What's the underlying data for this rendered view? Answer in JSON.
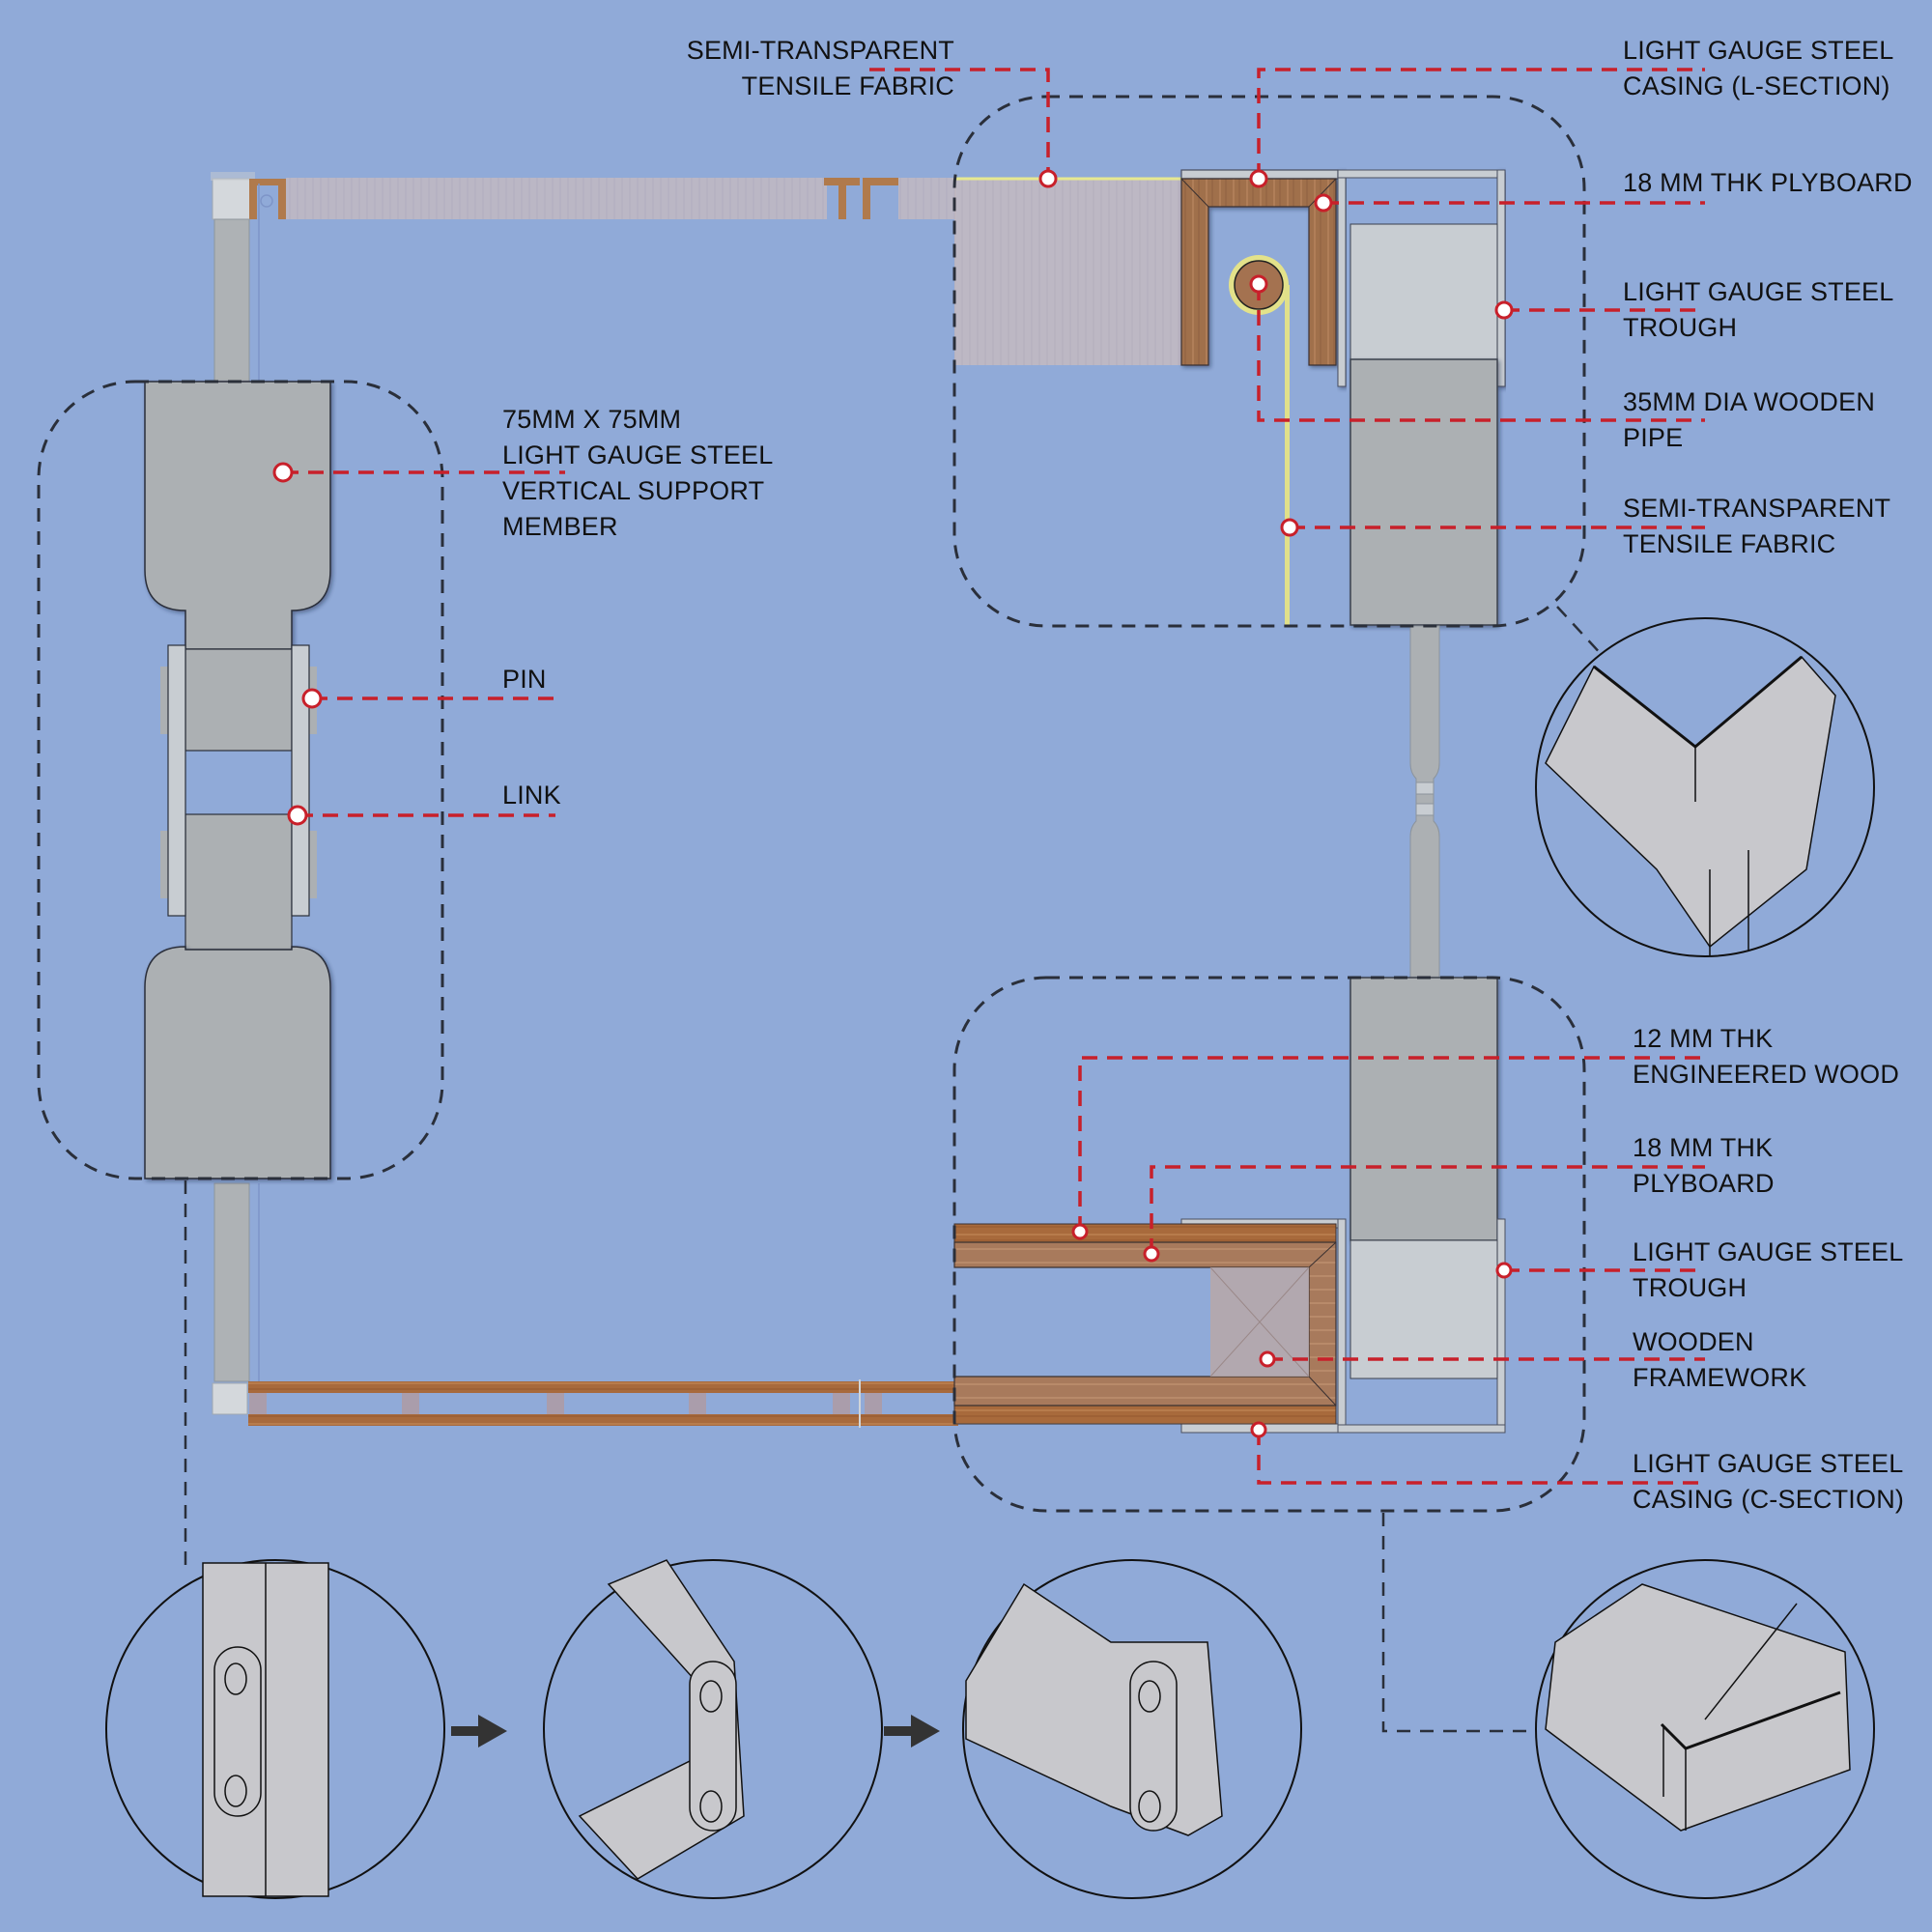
{
  "diagram": {
    "title": "Folding wall panel joint details",
    "colors": {
      "background": "#90aad8",
      "leader": "#c8202a",
      "steel": "#acb0b3",
      "steel_light": "#c8cdd2",
      "wood": "#9c6b48",
      "wood_dark": "#a85a2a",
      "fabric": "#c0b8c0",
      "fabric_edge": "#e8e890",
      "outline": "#2a2f3a"
    },
    "callouts": {
      "top_fabric": [
        "SEMI-TRANSPARENT",
        "TENSILE FABRIC"
      ],
      "casing_l": [
        "LIGHT GAUGE STEEL",
        "CASING (L-SECTION)"
      ],
      "plyboard_top": [
        "18 MM THK PLYBOARD"
      ],
      "trough_top": [
        "LIGHT GAUGE STEEL",
        "TROUGH"
      ],
      "wooden_pipe": [
        "35MM DIA WOODEN",
        "PIPE"
      ],
      "fabric_right": [
        "SEMI-TRANSPARENT",
        "TENSILE FABRIC"
      ],
      "support_member": [
        "75MM X 75MM",
        "LIGHT GAUGE STEEL",
        "VERTICAL SUPPORT",
        "MEMBER"
      ],
      "pin": [
        "PIN"
      ],
      "link": [
        "LINK"
      ],
      "engineered_wood": [
        "12 MM THK",
        "ENGINEERED WOOD"
      ],
      "plyboard_bottom": [
        "18 MM THK",
        "PLYBOARD"
      ],
      "trough_bottom": [
        "LIGHT GAUGE STEEL",
        "TROUGH"
      ],
      "wooden_framework": [
        "WOODEN",
        "FRAMEWORK"
      ],
      "casing_c": [
        "LIGHT GAUGE STEEL",
        "CASING (C-SECTION)"
      ]
    },
    "sequence_arrows": [
      "right-arrow",
      "right-arrow"
    ]
  }
}
